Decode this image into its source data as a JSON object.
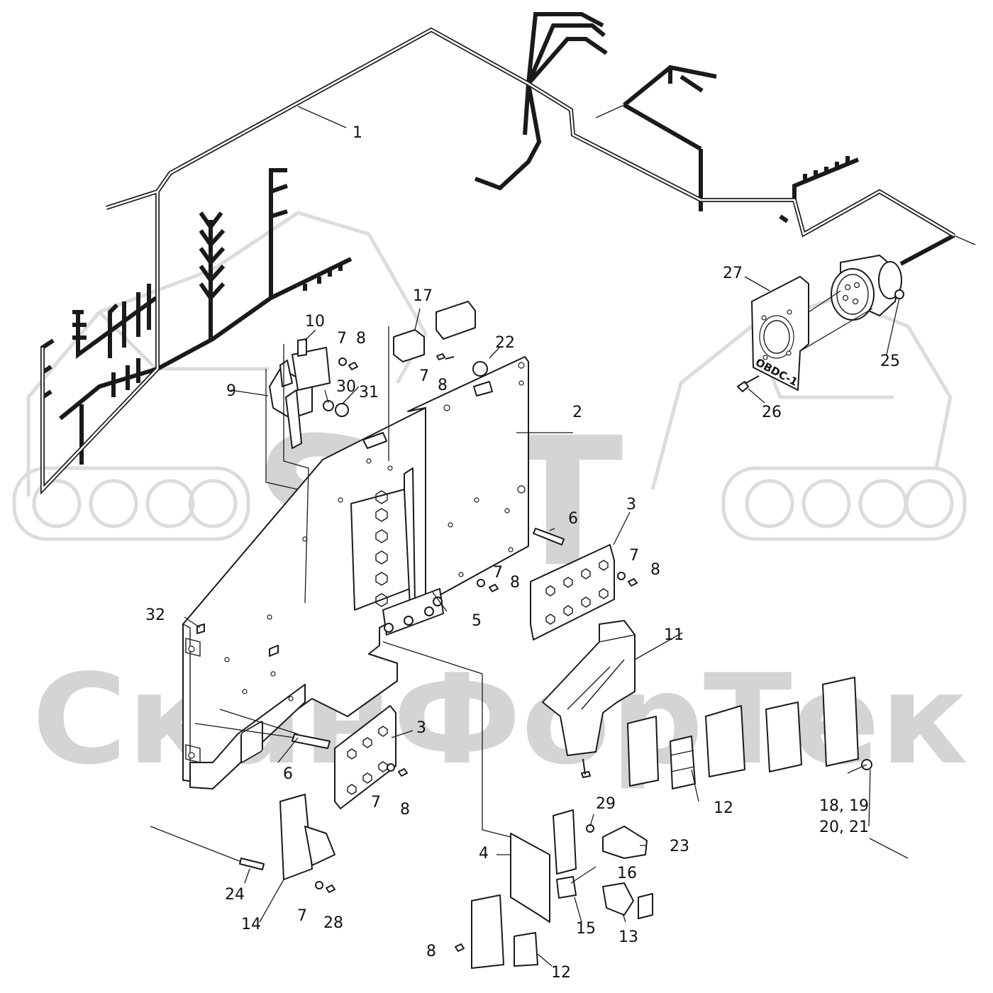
{
  "watermark": {
    "logo_text": "SFT",
    "company_text": "СканФорТек"
  },
  "plate_label": "OBDC-1",
  "callouts": [
    {
      "id": "c1",
      "text": "1"
    },
    {
      "id": "c2",
      "text": "2"
    },
    {
      "id": "c3a",
      "text": "3"
    },
    {
      "id": "c3b",
      "text": "3"
    },
    {
      "id": "c4",
      "text": "4"
    },
    {
      "id": "c5",
      "text": "5"
    },
    {
      "id": "c6a",
      "text": "6"
    },
    {
      "id": "c6b",
      "text": "6"
    },
    {
      "id": "c7a",
      "text": "7"
    },
    {
      "id": "c7b",
      "text": "7"
    },
    {
      "id": "c7c",
      "text": "7"
    },
    {
      "id": "c7d",
      "text": "7"
    },
    {
      "id": "c7e",
      "text": "7"
    },
    {
      "id": "c7f",
      "text": "7"
    },
    {
      "id": "c8a",
      "text": "8"
    },
    {
      "id": "c8b",
      "text": "8"
    },
    {
      "id": "c8c",
      "text": "8"
    },
    {
      "id": "c8d",
      "text": "8"
    },
    {
      "id": "c8e",
      "text": "8"
    },
    {
      "id": "c8f",
      "text": "8"
    },
    {
      "id": "c9",
      "text": "9"
    },
    {
      "id": "c10",
      "text": "10"
    },
    {
      "id": "c11",
      "text": "11"
    },
    {
      "id": "c12a",
      "text": "12"
    },
    {
      "id": "c12b",
      "text": "12"
    },
    {
      "id": "c13",
      "text": "13"
    },
    {
      "id": "c14",
      "text": "14"
    },
    {
      "id": "c15",
      "text": "15"
    },
    {
      "id": "c16",
      "text": "16"
    },
    {
      "id": "c17",
      "text": "17"
    },
    {
      "id": "c18a",
      "text": "18, 19"
    },
    {
      "id": "c18b",
      "text": "20, 21"
    },
    {
      "id": "c22",
      "text": "22"
    },
    {
      "id": "c23",
      "text": "23"
    },
    {
      "id": "c24",
      "text": "24"
    },
    {
      "id": "c25",
      "text": "25"
    },
    {
      "id": "c26",
      "text": "26"
    },
    {
      "id": "c27",
      "text": "27"
    },
    {
      "id": "c28",
      "text": "28"
    },
    {
      "id": "c29",
      "text": "29"
    },
    {
      "id": "c30",
      "text": "30"
    },
    {
      "id": "c31",
      "text": "31"
    },
    {
      "id": "c32",
      "text": "32"
    }
  ]
}
